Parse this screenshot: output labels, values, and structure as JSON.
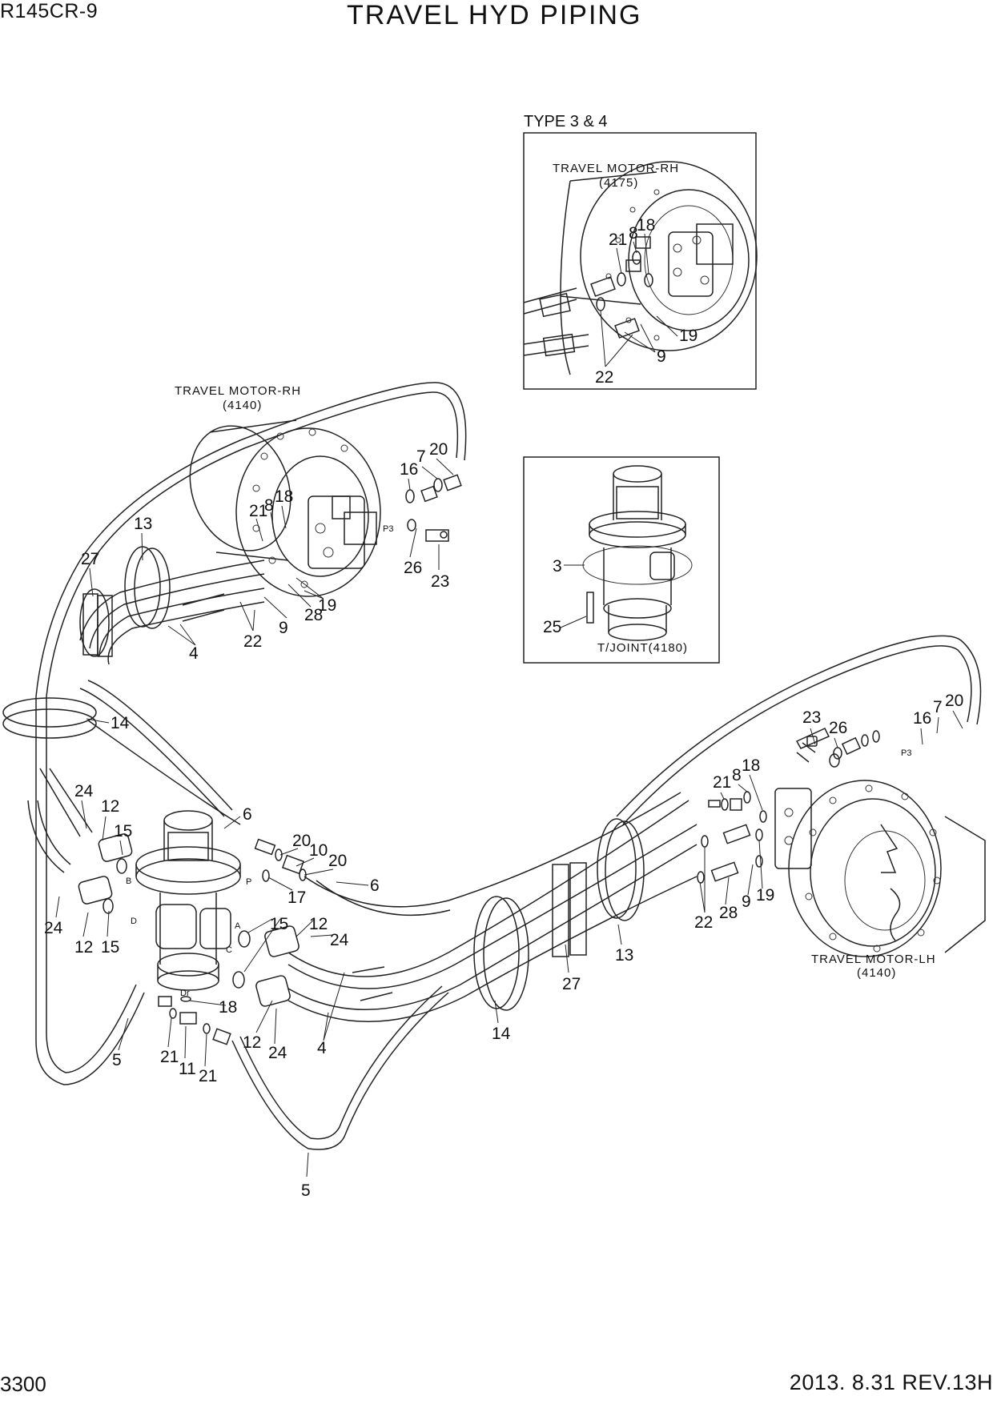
{
  "header": {
    "model": "R145CR-9",
    "title": "TRAVEL HYD PIPING"
  },
  "footer": {
    "page_number": "3300",
    "revision": "2013. 8.31  REV.13H"
  },
  "captions": {
    "inset1_heading": "TYPE 3 & 4",
    "inset1_motor": "TRAVEL MOTOR-RH",
    "inset1_ref": "(4175)",
    "main_rh_motor": "TRAVEL MOTOR-RH",
    "main_rh_ref": "(4140)",
    "main_lh_motor": "TRAVEL MOTOR-LH",
    "main_lh_ref": "(4140)",
    "tjoint": "T/JOINT(4180)"
  },
  "ports": {
    "p3a": "P3",
    "p3b": "P3",
    "b": "B",
    "p": "P",
    "d": "D",
    "a": "A",
    "c": "C",
    "dr": "Dr"
  },
  "callouts": {
    "i1_21": "21",
    "i1_8": "8",
    "i1_18": "18",
    "i1_19": "19",
    "i1_22": "22",
    "i1_9": "9",
    "rh_16": "16",
    "rh_7": "7",
    "rh_20": "20",
    "rh_21": "21",
    "rh_8": "8",
    "rh_18": "18",
    "rh_26": "26",
    "rh_23": "23",
    "rh_19": "19",
    "rh_28": "28",
    "rh_9": "9",
    "rh_22": "22",
    "rh_4": "4",
    "i2_3": "3",
    "i2_25": "25",
    "l_13": "13",
    "l_27": "27",
    "l_14": "14",
    "l_24a": "24",
    "l_12a": "12",
    "l_15a": "15",
    "l_24b": "24",
    "l_12b": "12",
    "l_15b": "15",
    "c_6a": "6",
    "c_20a": "20",
    "c_10": "10",
    "c_20b": "20",
    "c_17": "17",
    "c_6b": "6",
    "c_15": "15",
    "c_12a": "12",
    "c_24a": "24",
    "c_18": "18",
    "c_12b": "12",
    "c_24b": "24",
    "c_4": "4",
    "c_5a": "5",
    "c_21a": "21",
    "c_11": "11",
    "c_21b": "21",
    "c_14": "14",
    "c_27": "27",
    "c_5b": "5",
    "c_13": "13",
    "lh_23": "23",
    "lh_26": "26",
    "lh_16": "16",
    "lh_7": "7",
    "lh_20": "20",
    "lh_21": "21",
    "lh_8": "8",
    "lh_18": "18",
    "lh_22": "22",
    "lh_28": "28",
    "lh_9": "9",
    "lh_19": "19"
  }
}
